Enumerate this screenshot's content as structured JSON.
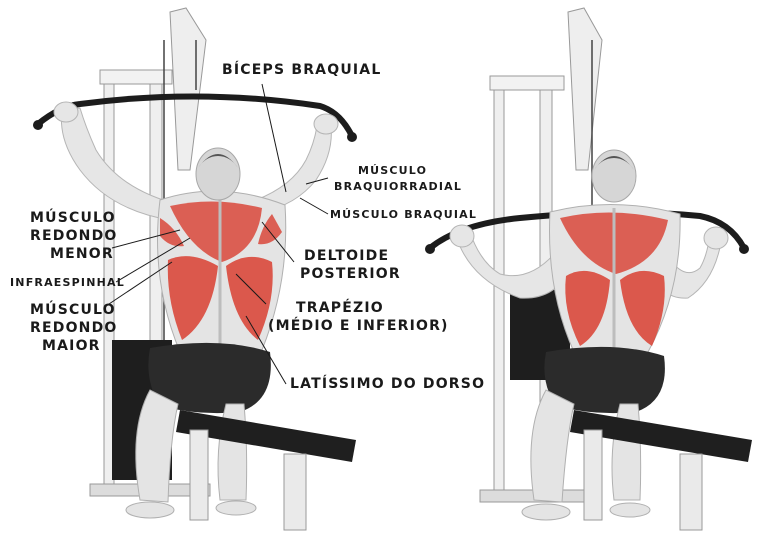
{
  "labels": {
    "biceps": "BÍCEPS BRAQUIAL",
    "braquiorradial_1": "MÚSCULO",
    "braquiorradial_2": "BRAQUIORRADIAL",
    "braquial": "MÚSCULO BRAQUIAL",
    "redondo_menor_1": "MÚSCULO",
    "redondo_menor_2": "REDONDO",
    "redondo_menor_3": "MENOR",
    "infraespinhal": "INFRAESPINHAL",
    "redondo_maior_1": "MÚSCULO",
    "redondo_maior_2": "REDONDO",
    "redondo_maior_3": "MAIOR",
    "deltoide_1": "DELTOIDE",
    "deltoide_2": "POSTERIOR",
    "trapezio_1": "TRAPÉZIO",
    "trapezio_2": "(MÉDIO E INFERIOR)",
    "latissimo": "LATÍSSIMO DO DORSO"
  },
  "colors": {
    "muscle_highlight": "#d9483b",
    "skin": "#e8e8e8",
    "shorts": "#2b2b2b",
    "machine_frame": "#f0f0f0",
    "bar": "#1c1c1c"
  }
}
